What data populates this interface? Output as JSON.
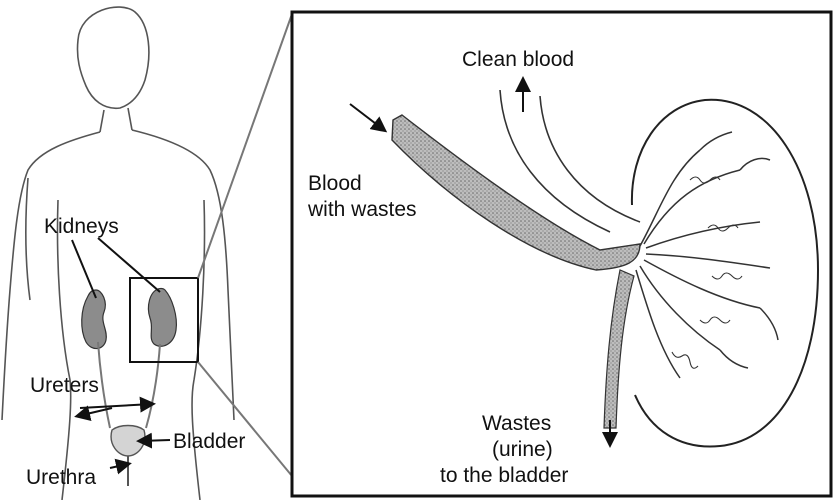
{
  "labels": {
    "kidneys": "Kidneys",
    "ureters": "Ureters",
    "bladder": "Bladder",
    "urethra": "Urethra",
    "clean_blood": "Clean blood",
    "blood_with_wastes": [
      "Blood",
      "with wastes"
    ],
    "wastes_urine": [
      "Wastes",
      "(urine)",
      "to the bladder"
    ]
  },
  "colors": {
    "ink": "#111111",
    "organ_fill": "#8c8c8c",
    "vessel_fill": "#9a9a9a",
    "light_fill": "#d4d4d4"
  }
}
